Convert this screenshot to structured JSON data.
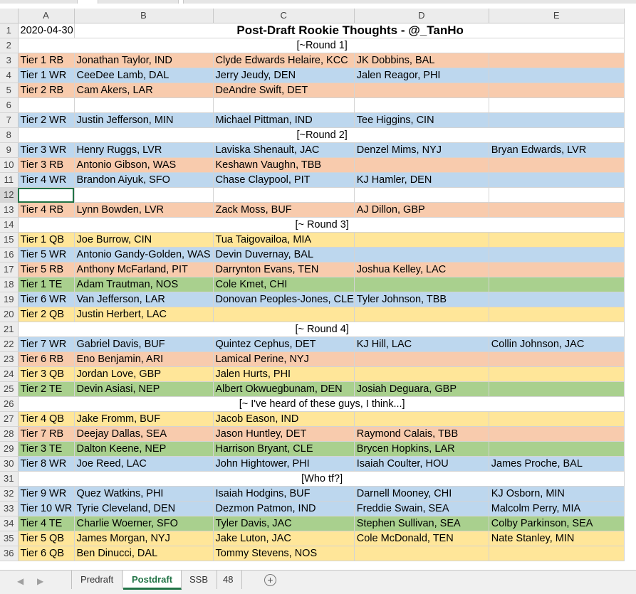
{
  "columns": [
    "A",
    "B",
    "C",
    "D",
    "E"
  ],
  "colors": {
    "rb": "#f8cbad",
    "wr": "#bdd7ee",
    "qb": "#ffe699",
    "te": "#a9d08e",
    "accent": "#217346"
  },
  "rows": [
    {
      "n": "1",
      "kind": "title",
      "date": "2020-04-30",
      "title": "Post-Draft Rookie Thoughts - @_TanHo"
    },
    {
      "n": "2",
      "kind": "header",
      "text": "[~Round 1]"
    },
    {
      "n": "3",
      "kind": "rb",
      "cells": [
        "Tier 1 RB",
        "Jonathan Taylor, IND",
        "Clyde Edwards Helaire, KCC",
        "JK Dobbins, BAL",
        ""
      ]
    },
    {
      "n": "4",
      "kind": "wr",
      "cells": [
        "Tier 1 WR",
        "CeeDee Lamb, DAL",
        "Jerry Jeudy, DEN",
        "Jalen Reagor, PHI",
        ""
      ]
    },
    {
      "n": "5",
      "kind": "rb",
      "cells": [
        "Tier 2 RB",
        "Cam Akers, LAR",
        "DeAndre Swift, DET",
        "",
        ""
      ]
    },
    {
      "n": "6",
      "kind": "blank"
    },
    {
      "n": "7",
      "kind": "wr",
      "cells": [
        "Tier 2 WR",
        "Justin Jefferson, MIN",
        "Michael Pittman, IND",
        "Tee Higgins, CIN",
        ""
      ]
    },
    {
      "n": "8",
      "kind": "header",
      "text": "[~Round 2]"
    },
    {
      "n": "9",
      "kind": "wr",
      "cells": [
        "Tier 3 WR",
        "Henry Ruggs, LVR",
        "Laviska Shenault, JAC",
        "Denzel Mims, NYJ",
        "Bryan Edwards, LVR"
      ]
    },
    {
      "n": "10",
      "kind": "rb",
      "cells": [
        "Tier 3 RB",
        "Antonio Gibson, WAS",
        "Keshawn Vaughn, TBB",
        "",
        ""
      ]
    },
    {
      "n": "11",
      "kind": "wr",
      "cells": [
        "Tier 4 WR",
        "Brandon Aiyuk, SFO",
        "Chase Claypool, PIT",
        "KJ Hamler, DEN",
        ""
      ]
    },
    {
      "n": "12",
      "kind": "blank",
      "selected": true
    },
    {
      "n": "13",
      "kind": "rb",
      "cells": [
        "Tier 4 RB",
        "Lynn Bowden, LVR",
        "Zack Moss, BUF",
        "AJ Dillon, GBP",
        ""
      ]
    },
    {
      "n": "14",
      "kind": "header",
      "text": "[~ Round 3]"
    },
    {
      "n": "15",
      "kind": "qb",
      "cells": [
        "Tier 1 QB",
        "Joe Burrow, CIN",
        "Tua Taigovailoa, MIA",
        "",
        ""
      ]
    },
    {
      "n": "16",
      "kind": "wr",
      "cells": [
        "Tier 5 WR",
        "Antonio Gandy-Golden, WAS",
        "Devin Duvernay, BAL",
        "",
        ""
      ]
    },
    {
      "n": "17",
      "kind": "rb",
      "cells": [
        "Tier 5 RB",
        "Anthony McFarland, PIT",
        "Darrynton Evans, TEN",
        "Joshua Kelley, LAC",
        ""
      ]
    },
    {
      "n": "18",
      "kind": "te",
      "cells": [
        "Tier 1 TE",
        "Adam Trautman, NOS",
        "Cole Kmet, CHI",
        "",
        ""
      ]
    },
    {
      "n": "19",
      "kind": "wr",
      "cells": [
        "Tier 6 WR",
        "Van Jefferson, LAR",
        "Donovan Peoples-Jones, CLE",
        "Tyler Johnson, TBB",
        ""
      ]
    },
    {
      "n": "20",
      "kind": "qb",
      "cells": [
        "Tier 2 QB",
        "Justin Herbert, LAC",
        "",
        "",
        ""
      ]
    },
    {
      "n": "21",
      "kind": "header",
      "text": "[~ Round 4]"
    },
    {
      "n": "22",
      "kind": "wr",
      "cells": [
        "Tier 7 WR",
        "Gabriel Davis, BUF",
        "Quintez Cephus, DET",
        "KJ Hill, LAC",
        "Collin Johnson, JAC"
      ]
    },
    {
      "n": "23",
      "kind": "rb",
      "cells": [
        "Tier 6 RB",
        "Eno Benjamin, ARI",
        "Lamical Perine, NYJ",
        "",
        ""
      ]
    },
    {
      "n": "24",
      "kind": "qb",
      "cells": [
        "Tier 3 QB",
        "Jordan Love, GBP",
        "Jalen Hurts, PHI",
        "",
        ""
      ]
    },
    {
      "n": "25",
      "kind": "te",
      "cells": [
        "Tier 2 TE",
        "Devin Asiasi, NEP",
        "Albert Okwuegbunam, DEN",
        "Josiah Deguara, GBP",
        ""
      ]
    },
    {
      "n": "26",
      "kind": "header",
      "text": "[~ I've heard of these guys, I think...]"
    },
    {
      "n": "27",
      "kind": "qb",
      "cells": [
        "Tier 4 QB",
        "Jake Fromm, BUF",
        "Jacob Eason, IND",
        "",
        ""
      ]
    },
    {
      "n": "28",
      "kind": "rb",
      "cells": [
        "Tier 7 RB",
        "Deejay Dallas, SEA",
        "Jason Huntley, DET",
        "Raymond Calais, TBB",
        ""
      ]
    },
    {
      "n": "29",
      "kind": "te",
      "cells": [
        "Tier 3 TE",
        "Dalton Keene, NEP",
        "Harrison Bryant, CLE",
        "Brycen Hopkins, LAR",
        ""
      ]
    },
    {
      "n": "30",
      "kind": "wr",
      "cells": [
        "Tier 8 WR",
        "Joe Reed, LAC",
        "John Hightower, PHI",
        "Isaiah Coulter, HOU",
        "James Proche, BAL"
      ]
    },
    {
      "n": "31",
      "kind": "header",
      "text": "[Who tf?]"
    },
    {
      "n": "32",
      "kind": "wr",
      "cells": [
        "Tier 9 WR",
        "Quez Watkins, PHI",
        "Isaiah Hodgins, BUF",
        "Darnell Mooney, CHI",
        "KJ Osborn, MIN"
      ]
    },
    {
      "n": "33",
      "kind": "wr",
      "cells": [
        "Tier 10 WR",
        "Tyrie Cleveland, DEN",
        "Dezmon Patmon, IND",
        "Freddie Swain, SEA",
        "Malcolm Perry, MIA"
      ]
    },
    {
      "n": "34",
      "kind": "te",
      "cells": [
        "Tier 4 TE",
        "Charlie Woerner, SFO",
        "Tyler Davis, JAC",
        "Stephen Sullivan, SEA",
        "Colby Parkinson, SEA"
      ]
    },
    {
      "n": "35",
      "kind": "qb",
      "cells": [
        "Tier 5 QB",
        "James Morgan, NYJ",
        "Jake Luton, JAC",
        "Cole McDonald, TEN",
        "Nate Stanley, MIN"
      ]
    },
    {
      "n": "36",
      "kind": "qb",
      "cells": [
        "Tier 6 QB",
        "Ben Dinucci, DAL",
        "Tommy Stevens, NOS",
        "",
        ""
      ]
    }
  ],
  "sheet_tabs": [
    {
      "label": "Predraft",
      "active": false
    },
    {
      "label": "Postdraft",
      "active": true
    },
    {
      "label": "SSB",
      "active": false
    },
    {
      "label": "48",
      "active": false
    }
  ],
  "icons": {
    "prev": "◀",
    "next": "▶",
    "add": "+"
  }
}
